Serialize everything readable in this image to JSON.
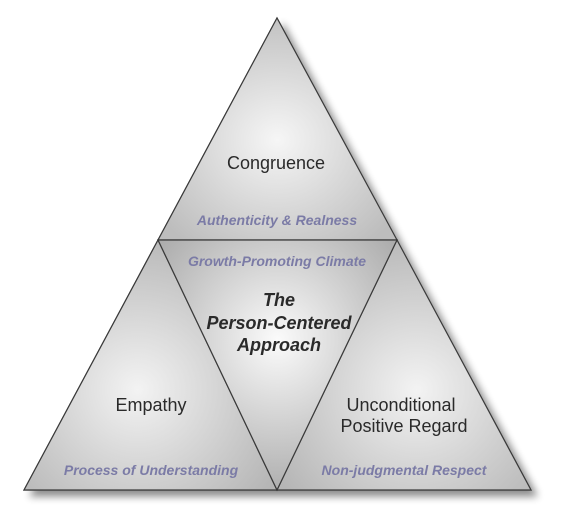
{
  "diagram": {
    "top": {
      "title": "Congruence",
      "subtitle": "Authenticity & Realness"
    },
    "center": {
      "subtitle": "Growth-Promoting Climate",
      "title_lines": [
        "The",
        "Person-Centered",
        "Approach"
      ]
    },
    "left": {
      "title": "Empathy",
      "subtitle": "Process of Understanding"
    },
    "right": {
      "title_lines": [
        "Unconditional",
        "Positive Regard"
      ],
      "subtitle": "Non-judgmental Respect"
    }
  },
  "colors": {
    "outer_fill_light": "#f4f4f4",
    "outer_fill_dark": "#b9b9b9",
    "center_fill_light": "#f7f7f7",
    "center_fill_dark": "#a8a8a8",
    "stroke": "#3a3a3a",
    "subtitle_text": "#7b7ba6",
    "title_text": "#2a2a2a"
  }
}
